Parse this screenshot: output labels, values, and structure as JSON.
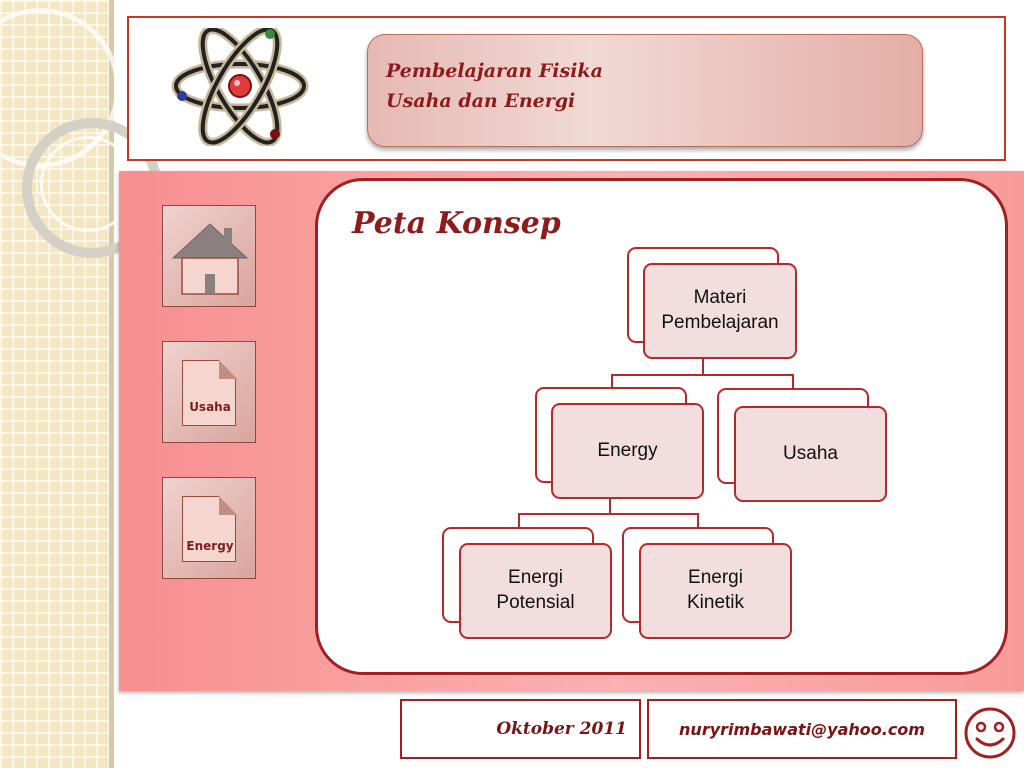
{
  "header": {
    "title_line1": "Pembelajaran Fisika",
    "title_line2": "Usaha dan Energi",
    "logo_icon": "atom-icon"
  },
  "nav": [
    {
      "label": "",
      "icon": "home-icon"
    },
    {
      "label": "Usaha",
      "icon": "document-icon"
    },
    {
      "label": "Energy",
      "icon": "document-icon"
    }
  ],
  "main": {
    "title": "Peta Konsep"
  },
  "concept_map": {
    "root": "Materi\nPembelajaran",
    "level2": [
      "Energy",
      "Usaha"
    ],
    "level3": [
      "Energi\nPotensial",
      "Energi\nKinetik"
    ]
  },
  "footer": {
    "date": "Oktober 2011",
    "email": "nuryrimbawati@yahoo.com",
    "smiley_icon": "smiley-icon"
  },
  "colors": {
    "accent": "#a31f1f",
    "panel": "#fbb1b1",
    "node_fill": "#f2dede"
  }
}
